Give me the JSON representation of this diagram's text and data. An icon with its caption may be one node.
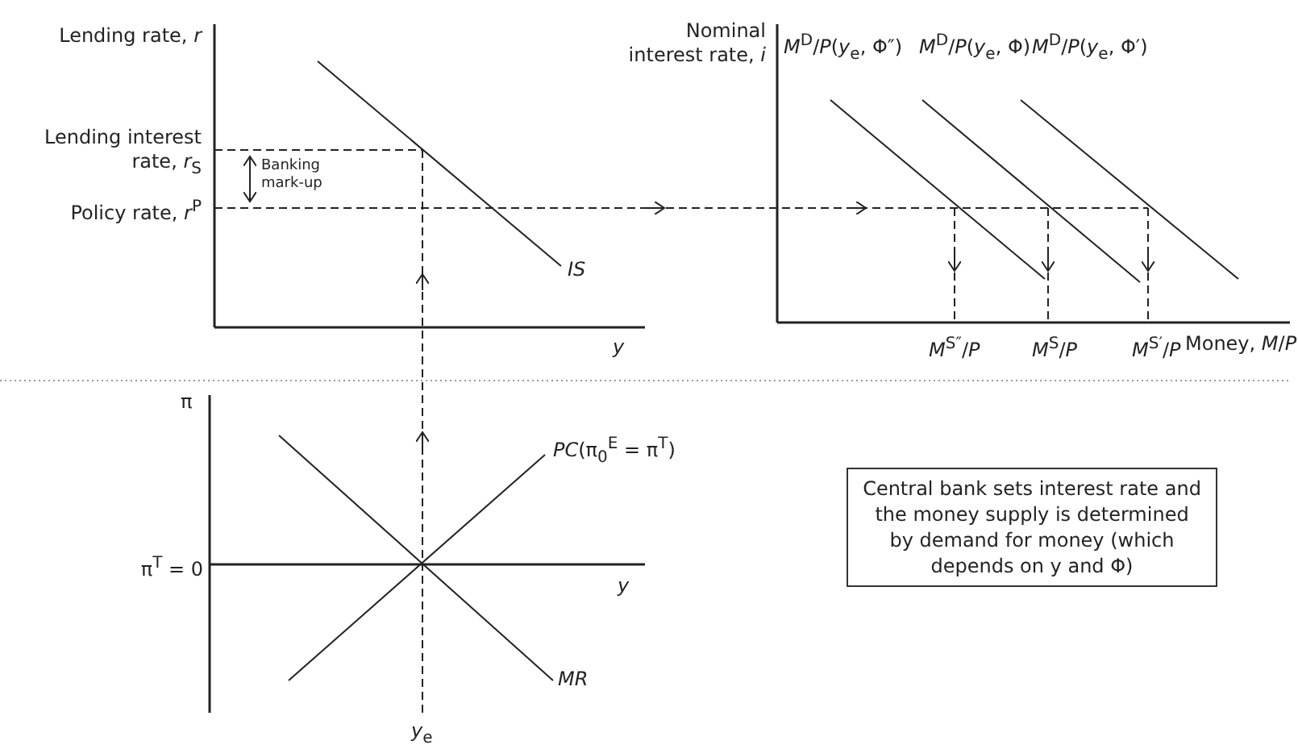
{
  "diagram": {
    "nodes": [
      {
        "text": [
          "Central bank sets interest rate and the money supply is determined by demand for money (which depends on y and Φ)"
        ]
      }
    ],
    "edges": [],
    "labels": [
      "Lending rate, *r*",
      "Nominal interest rate, *i*",
      "*M*$^{D}$/*P*(*y*$_{e}$, Φ″)",
      "*M*$^{D}$/*P*(*y*$_{e}$, Φ)",
      "*M*$^{D}$/*P*(*y*$_{e}$, Φ′)",
      "Lending interest rate, *r*$_{S}$",
      "Banking mark-up",
      "Policy rate, *r*$^{P}$",
      "*IS*",
      "*y*",
      "*M*$^{S″}$/*P*",
      "*M*$^{S}$/*P*",
      "*M*$^{S′}$/*P*",
      "Money, *M*/*P*",
      "π",
      "*PC*(π$_{0}$$^{E}$ = π$^{T}$)",
      "π$^{T}$ = 0",
      "*y*",
      "*MR*",
      "*y*$_{e}$"
    ]
  }
}
